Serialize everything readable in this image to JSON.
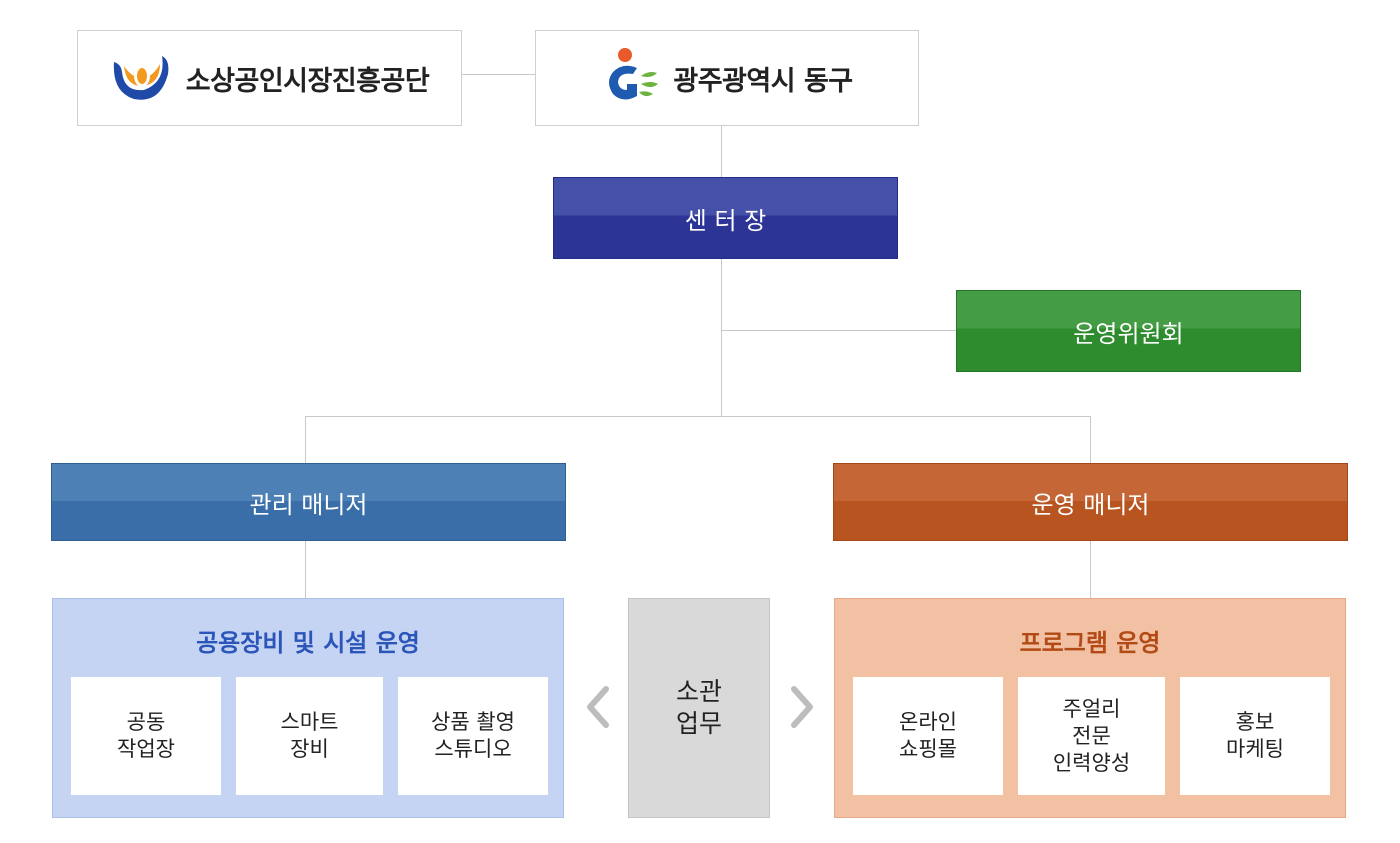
{
  "logos": {
    "left": {
      "text": "소상공인시장진흥공단",
      "icon": "semas-logo-icon"
    },
    "right": {
      "text": "광주광역시 동구",
      "icon": "gwangju-donggu-logo-icon"
    }
  },
  "roles": {
    "director": "센 터 장",
    "committee": "운영위원회",
    "admin_manager": "관리 매니저",
    "ops_manager": "운영 매니저"
  },
  "panels": {
    "facilities": {
      "title": "공용장비 및 시설 운영",
      "cards": [
        "공동\n작업장",
        "스마트\n장비",
        "상품 촬영\n스튜디오"
      ]
    },
    "programs": {
      "title": "프로그램 운영",
      "cards": [
        "온라인\n쇼핑몰",
        "주얼리\n전문\n인력양성",
        "홍보\n마케팅"
      ]
    }
  },
  "center": {
    "label": "소관\n업무"
  },
  "colors": {
    "director": "#2c3496",
    "committee": "#2e8b2e",
    "admin": "#3a6ea8",
    "ops": "#b8541f",
    "facilities_panel": "#c5d4f3",
    "programs_panel": "#f2c0a3"
  }
}
